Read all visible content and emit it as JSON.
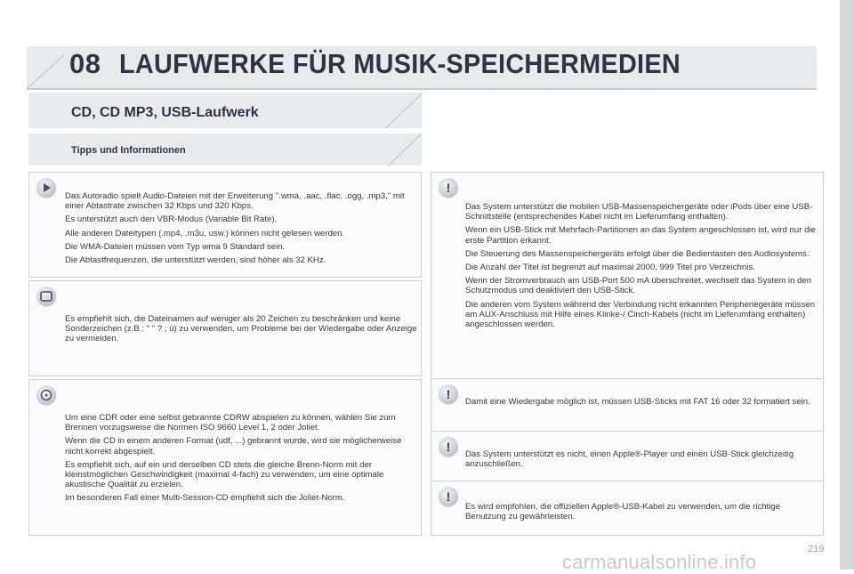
{
  "header": {
    "chapter_number": "08",
    "chapter_title": "LAUFWERKE FÜR MUSIK-SPEICHERMEDIEN"
  },
  "section": {
    "title": "CD, CD MP3, USB-Laufwerk",
    "subtitle": "Tipps und Informationen"
  },
  "left_column": {
    "box1": {
      "icon": "play-icon",
      "paragraphs": [
        "Das Autoradio spielt Audio-Dateien mit der Erweiterung \".wma, .aac, .flac, .ogg, .mp3,\" mit einer Abtastrate zwischen 32 Kbps und 320 Kbps.",
        "Es unterstützt auch den VBR-Modus (Variable Bit Rate).",
        "Alle anderen Dateitypen (.mp4, .m3u, usw.) können nicht gelesen werden.",
        "Die WMA-Dateien müssen vom Typ wma 9 Standard sein.",
        "Die Abtastfrequenzen, die unterstützt werden, sind höher als 32 KHz."
      ]
    },
    "box2": {
      "icon": "note-icon",
      "paragraphs": [
        "Es empfiehlt sich, die Dateinamen auf weniger als 20 Zeichen zu beschränken und keine Sonderzeichen (z.B.: \" \" ? ; ù) zu verwenden, um Probleme bei der Wiedergabe oder Anzeige zu vermeiden."
      ]
    },
    "box3": {
      "icon": "disc-icon",
      "paragraphs": [
        "Um eine CDR oder eine selbst gebrannte CDRW abspielen zu können, wählen Sie zum Brennen vorzugsweise die Normen ISO 9660 Level 1, 2 oder Joliet.",
        "Wenn die CD in einem anderen Format (udf, ...) gebrannt wurde, wird sie möglicherweise nicht korrekt abgespielt.",
        "Es empfiehlt sich, auf ein und derselben CD stets die gleiche Brenn-Norm mit der kleinstmöglichen Geschwindigkeit (maximal 4-fach) zu verwenden, um eine optimale akustische Qualität zu erzielen.",
        "Im besonderen Fall einer Multi-Session-CD empfiehlt sich die Joliet-Norm."
      ]
    }
  },
  "right_column": {
    "icon": "warning-icon",
    "box1": {
      "paragraphs": [
        "Das System unterstützt die mobilen USB-Massenspeichergeräte oder iPods über eine USB-Schnittstelle (entsprechendes Kabel nicht im Lieferumfang enthalten).",
        "Wenn ein USB-Stick mit Mehrfach-Partitionen an das System angeschlossen ist, wird nur die erste Partition erkannt.",
        "Die Steuerung des Massenspeichergeräts erfolgt über die Bedientasten des Audiosystems.",
        "Die Anzahl der Titel ist begrenzt auf maximal 2000, 999 Titel pro Verzeichnis.",
        "Wenn der Stromverbrauch am USB-Port 500 mA überschreitet, wechselt das System in den Schutzmodus und deaktiviert den USB-Stick.",
        "Die anderen vom System während der Verbindung nicht erkannten Peripheriegeräte müssen am AUX-Anschluss mit Hilfe eines Klinke-/ Cinch-Kabels (nicht im Lieferumfang enthalten) angeschlossen werden."
      ]
    },
    "box2": {
      "paragraphs": [
        "Damit eine Wiedergabe möglich ist, müssen USB-Sticks mit FAT 16 oder 32 formatiert sein."
      ]
    },
    "box3": {
      "paragraphs": [
        "Das System unterstützt es nicht, einen Apple®-Player und einen USB-Stick gleichzeitig anzuschließen."
      ]
    },
    "box4": {
      "paragraphs": [
        "Es wird empfohlen, die offiziellen Apple®-USB-Kabel zu verwenden, um die richtige Benutzung zu gewährleisten."
      ]
    }
  },
  "footer": {
    "page_number": "219",
    "watermark": "carmanualsonline.info"
  },
  "colors": {
    "header_bg": "#e9eaec",
    "title_text": "#2f3540",
    "box_border": "#cdd0d4",
    "body_text": "#3a3a3a"
  }
}
